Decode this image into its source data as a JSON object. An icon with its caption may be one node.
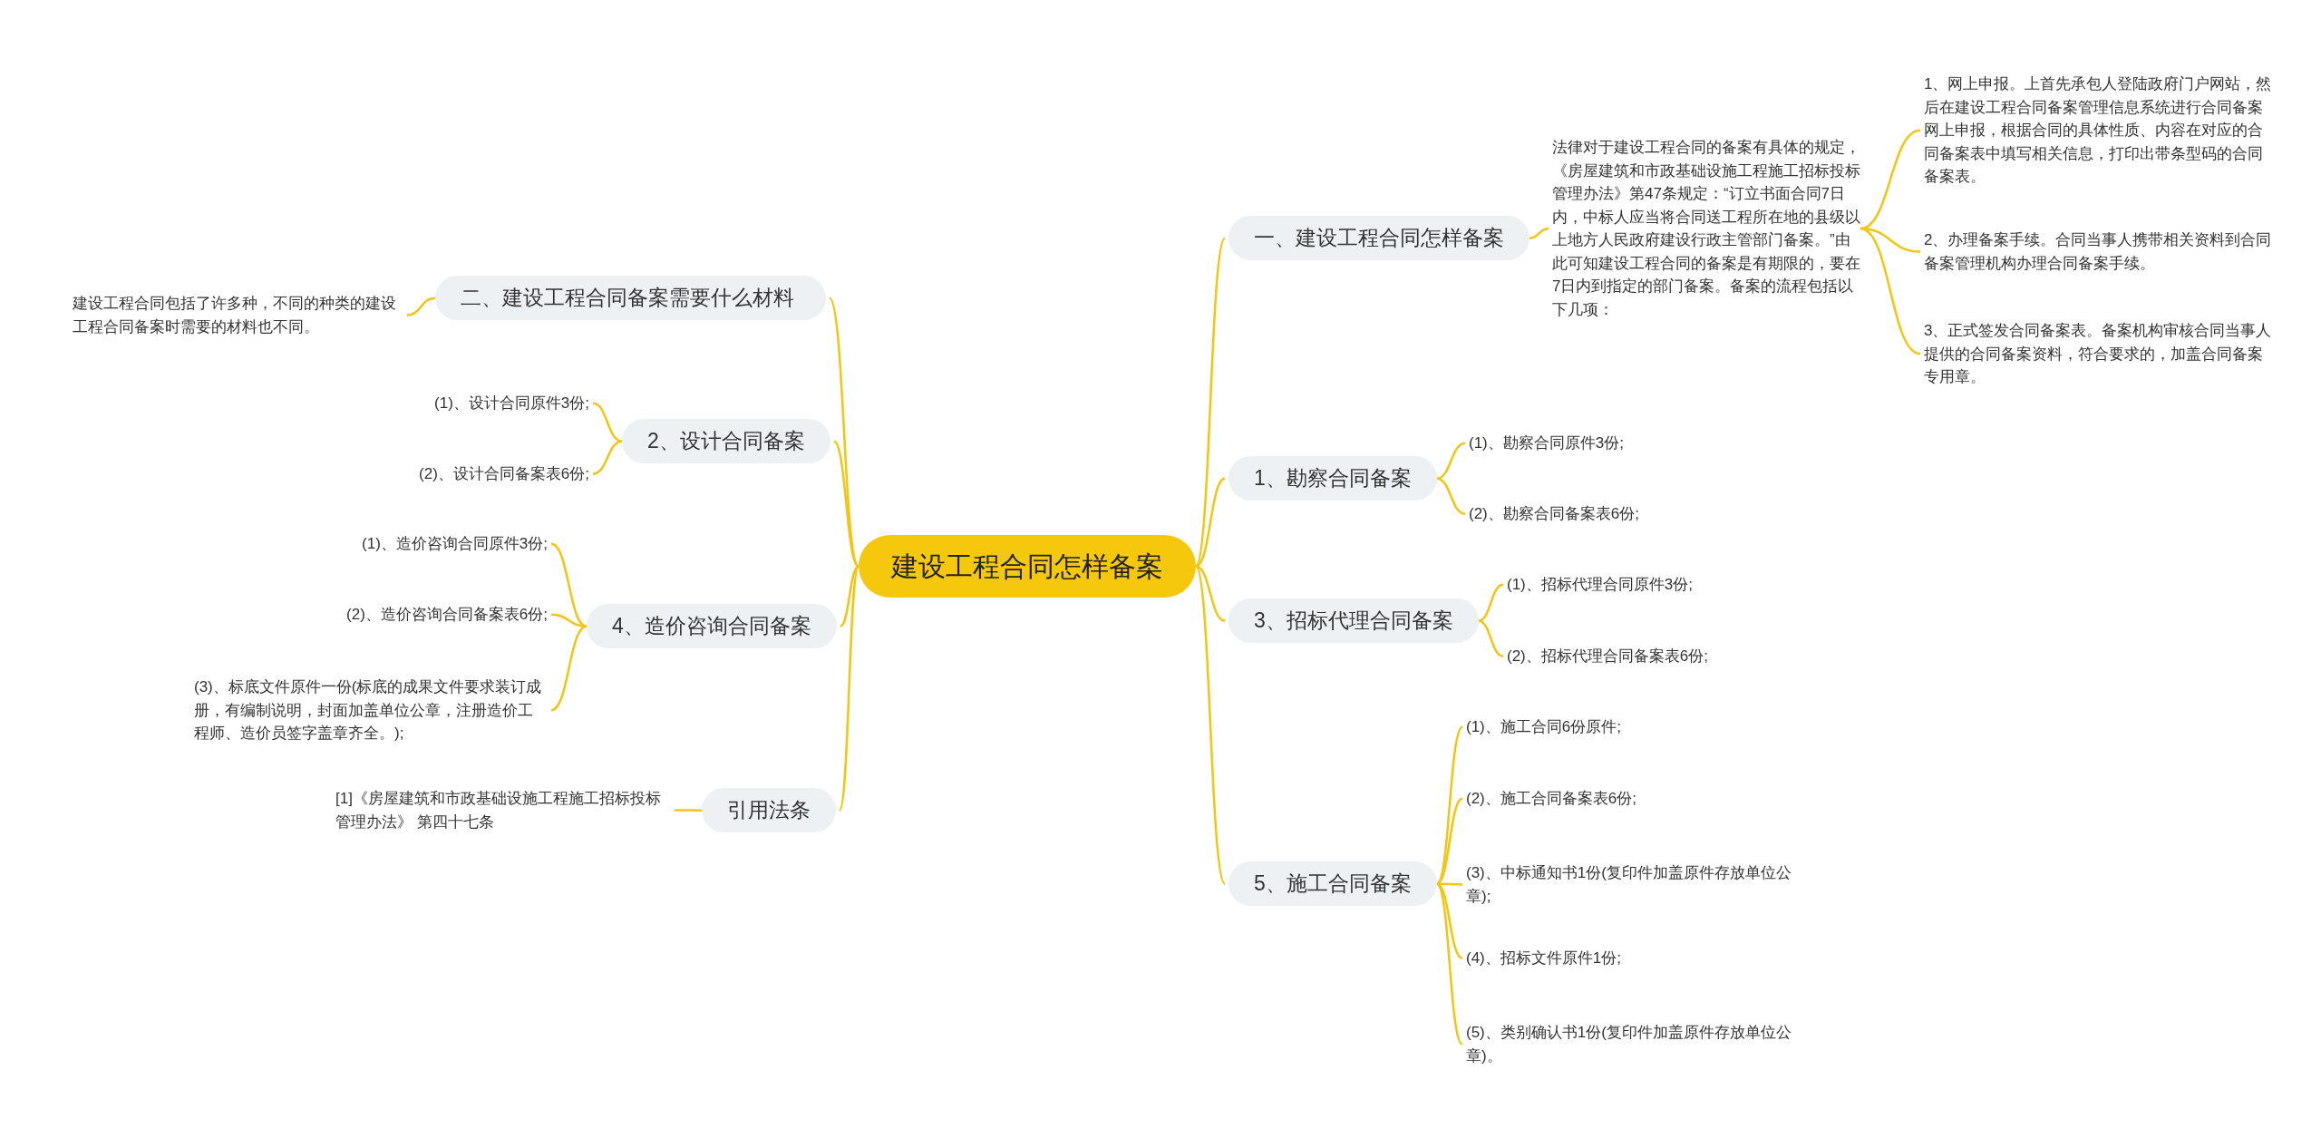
{
  "diagram": {
    "nodes": [
      {
        "text": [
          "建设工程合同怎样备案"
        ]
      },
      {
        "text": [
          "一、建设工程合同怎样备案"
        ]
      },
      {
        "text": [
          "法律对于建设工程合同的备案有具体的规定，《房屋建筑和市政基础设施工程施工招标投标管理办法》第47条规定：“订立书面合同7日内，中标人应当将合同送工程所在地的县级以上地方人民政府建设行政主管部门备案。”由此可知建设工程合同的备案是有期限的，要在7日内到指定的部门备案。备案的流程包括以下几项："
        ]
      },
      {
        "text": [
          "1、网上申报。上首先承包人登陆政府门户网站，然后在建设工程合同备案管理信息系统进行合同备案网上申报，根据合同的具体性质、内容在对应的合同备案表中填写相关信息，打印出带条型码的合同备案表。"
        ]
      },
      {
        "text": [
          "2、办理备案手续。合同当事人携带相关资料到合同备案管理机构办理合同备案手续。"
        ]
      },
      {
        "text": [
          "3、正式签发合同备案表。备案机构审核合同当事人提供的合同备案资料，符合要求的，加盖合同备案专用章。"
        ]
      },
      {
        "text": [
          "1、勘察合同备案"
        ]
      },
      {
        "text": [
          "(1)、勘察合同原件3份;"
        ]
      },
      {
        "text": [
          "(2)、勘察合同备案表6份;"
        ]
      },
      {
        "text": [
          "3、招标代理合同备案"
        ]
      },
      {
        "text": [
          "(1)、招标代理合同原件3份;"
        ]
      },
      {
        "text": [
          "(2)、招标代理合同备案表6份;"
        ]
      },
      {
        "text": [
          "5、施工合同备案"
        ]
      },
      {
        "text": [
          "(1)、施工合同6份原件;"
        ]
      },
      {
        "text": [
          "(2)、施工合同备案表6份;"
        ]
      },
      {
        "text": [
          "(3)、中标通知书1份(复印件加盖原件存放单位公章);"
        ]
      },
      {
        "text": [
          "(4)、招标文件原件1份;"
        ]
      },
      {
        "text": [
          "(5)、类别确认书1份(复印件加盖原件存放单位公章)。"
        ]
      },
      {
        "text": [
          "二、建设工程合同备案需要什么材料"
        ]
      },
      {
        "text": [
          "建设工程合同包括了许多种，不同的种类的建设工程合同备案时需要的材料也不同。"
        ]
      },
      {
        "text": [
          "2、设计合同备案"
        ]
      },
      {
        "text": [
          "(1)、设计合同原件3份;"
        ]
      },
      {
        "text": [
          "(2)、设计合同备案表6份;"
        ]
      },
      {
        "text": [
          "4、造价咨询合同备案"
        ]
      },
      {
        "text": [
          "(1)、造价咨询合同原件3份;"
        ]
      },
      {
        "text": [
          "(2)、造价咨询合同备案表6份;"
        ]
      },
      {
        "text": [
          "(3)、标底文件原件一份(标底的成果文件要求装订成册，有编制说明，封面加盖单位公章，注册造价工程师、造价员签字盖章齐全。);"
        ]
      },
      {
        "text": [
          "引用法条"
        ]
      },
      {
        "text": [
          "[1]《房屋建筑和市政基础设施工程施工招标投标管理办法》 第四十七条"
        ]
      }
    ],
    "edges": [
      {
        "from": 0,
        "to": 1,
        "arrow": "none"
      },
      {
        "from": 1,
        "to": 2,
        "arrow": "none"
      },
      {
        "from": 2,
        "to": 3,
        "arrow": "none"
      },
      {
        "from": 2,
        "to": 4,
        "arrow": "none"
      },
      {
        "from": 2,
        "to": 5,
        "arrow": "none"
      },
      {
        "from": 0,
        "to": 6,
        "arrow": "none"
      },
      {
        "from": 6,
        "to": 7,
        "arrow": "none"
      },
      {
        "from": 6,
        "to": 8,
        "arrow": "none"
      },
      {
        "from": 0,
        "to": 9,
        "arrow": "none"
      },
      {
        "from": 9,
        "to": 10,
        "arrow": "none"
      },
      {
        "from": 9,
        "to": 11,
        "arrow": "none"
      },
      {
        "from": 0,
        "to": 12,
        "arrow": "none"
      },
      {
        "from": 12,
        "to": 13,
        "arrow": "none"
      },
      {
        "from": 12,
        "to": 14,
        "arrow": "none"
      },
      {
        "from": 12,
        "to": 15,
        "arrow": "none"
      },
      {
        "from": 12,
        "to": 16,
        "arrow": "none"
      },
      {
        "from": 12,
        "to": 17,
        "arrow": "none"
      },
      {
        "from": 0,
        "to": 18,
        "arrow": "none"
      },
      {
        "from": 18,
        "to": 19,
        "arrow": "none"
      },
      {
        "from": 0,
        "to": 20,
        "arrow": "none"
      },
      {
        "from": 20,
        "to": 21,
        "arrow": "none"
      },
      {
        "from": 20,
        "to": 22,
        "arrow": "none"
      },
      {
        "from": 0,
        "to": 23,
        "arrow": "none"
      },
      {
        "from": 23,
        "to": 24,
        "arrow": "none"
      },
      {
        "from": 23,
        "to": 25,
        "arrow": "none"
      },
      {
        "from": 23,
        "to": 26,
        "arrow": "none"
      },
      {
        "from": 0,
        "to": 27,
        "arrow": "none"
      },
      {
        "from": 27,
        "to": 28,
        "arrow": "none"
      }
    ]
  }
}
